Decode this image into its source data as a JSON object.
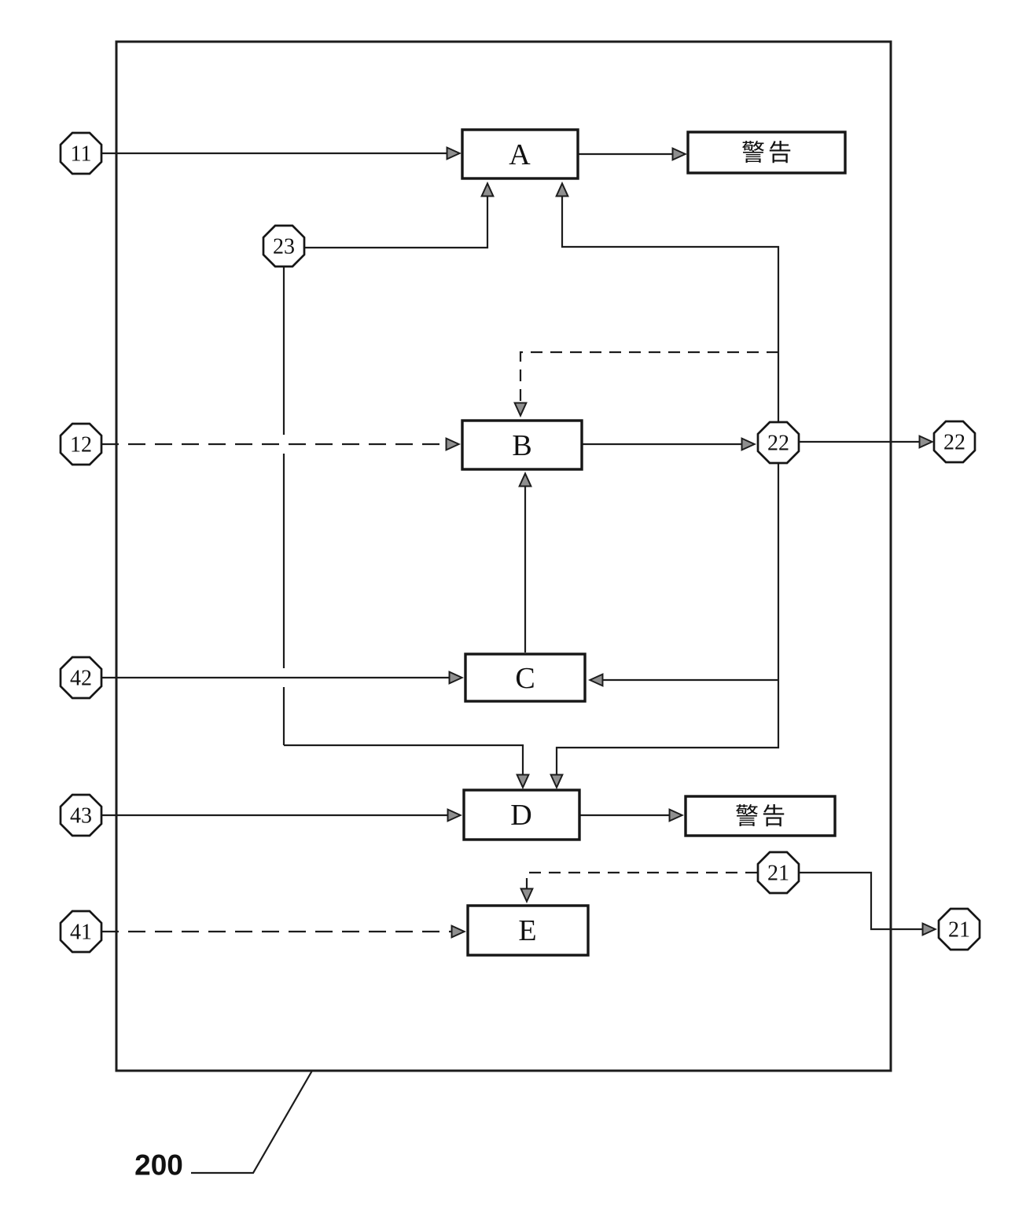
{
  "figure": {
    "reference_label": "200",
    "blocks": {
      "a": "A",
      "b": "B",
      "c": "C",
      "d": "D",
      "e": "E"
    },
    "warnings": {
      "top": "警告",
      "bottom": "警告"
    },
    "nodes": {
      "in_11": "11",
      "in_12": "12",
      "in_42": "42",
      "in_43": "43",
      "in_41": "41",
      "mid_23": "23",
      "mid_22": "22",
      "mid_21": "21",
      "out_22": "22",
      "out_21": "21"
    },
    "colors": {
      "line": "#1c1c1c",
      "arrow_fill": "#8f8f8f",
      "background": "#ffffff"
    }
  }
}
